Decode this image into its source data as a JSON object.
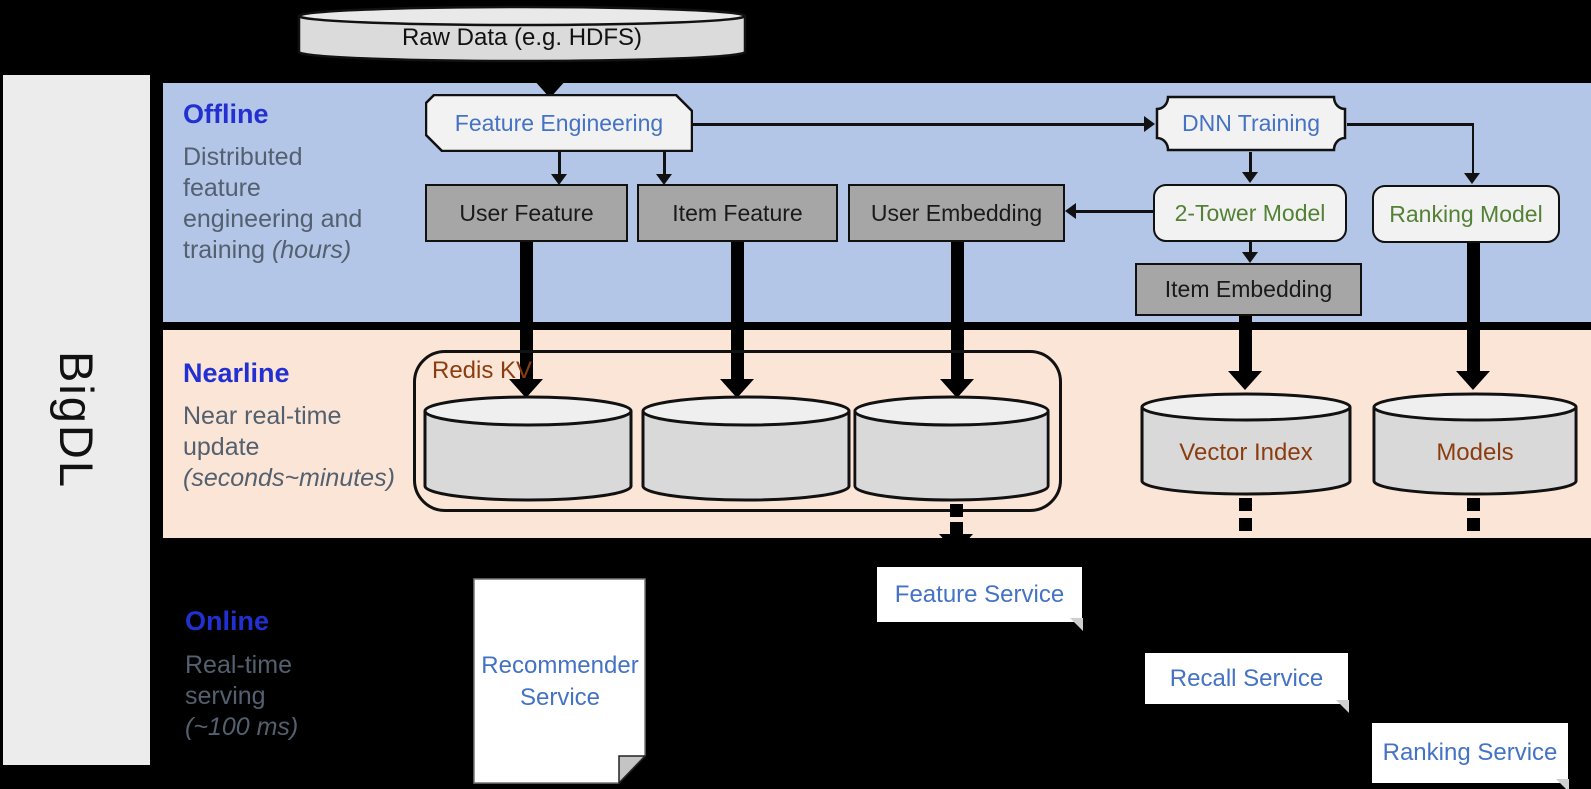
{
  "brand": {
    "label": "BigDL"
  },
  "raw_data": {
    "label": "Raw Data (e.g. HDFS)"
  },
  "offline": {
    "title": "Offline",
    "description": {
      "line1": "Distributed",
      "line2": "feature",
      "line3": "engineering and",
      "line4_normal": "training ",
      "line4_italic": "(hours)"
    },
    "nodes": {
      "feature_engineering": "Feature Engineering",
      "dnn_training": "DNN Training",
      "user_feature": "User Feature",
      "item_feature": "Item Feature",
      "user_embedding": "User Embedding",
      "two_tower_model": "2-Tower Model",
      "ranking_model": "Ranking Model",
      "item_embedding": "Item Embedding"
    }
  },
  "nearline": {
    "title": "Nearline",
    "description": {
      "line1": "Near real-time",
      "line2": "update",
      "line3_italic": "(seconds~minutes)"
    },
    "nodes": {
      "redis_kv": "Redis KV",
      "vector_index": "Vector Index",
      "models": "Models"
    }
  },
  "online": {
    "title": "Online",
    "description": {
      "line1": "Real-time",
      "line2": "serving",
      "line3_italic": "(~100 ms)"
    },
    "nodes": {
      "recommender_service": {
        "line1": "Recommender",
        "line2": "Service"
      },
      "feature_service": "Feature Service",
      "recall_service": "Recall Service",
      "ranking_service": "Ranking Service"
    }
  },
  "colors": {
    "offline_band": "#B3C6E7",
    "nearline_band": "#FBE5D6",
    "online_background": "#000000",
    "sidebar": "#ECECEC",
    "node_gray": "#A6A6A6",
    "node_light": "#F2F2F2",
    "blue_text": "#4472C4",
    "green_text": "#538135",
    "brown_text": "#8C3D10",
    "section_title_blue": "#2230D2",
    "description_gray": "#53606F"
  }
}
